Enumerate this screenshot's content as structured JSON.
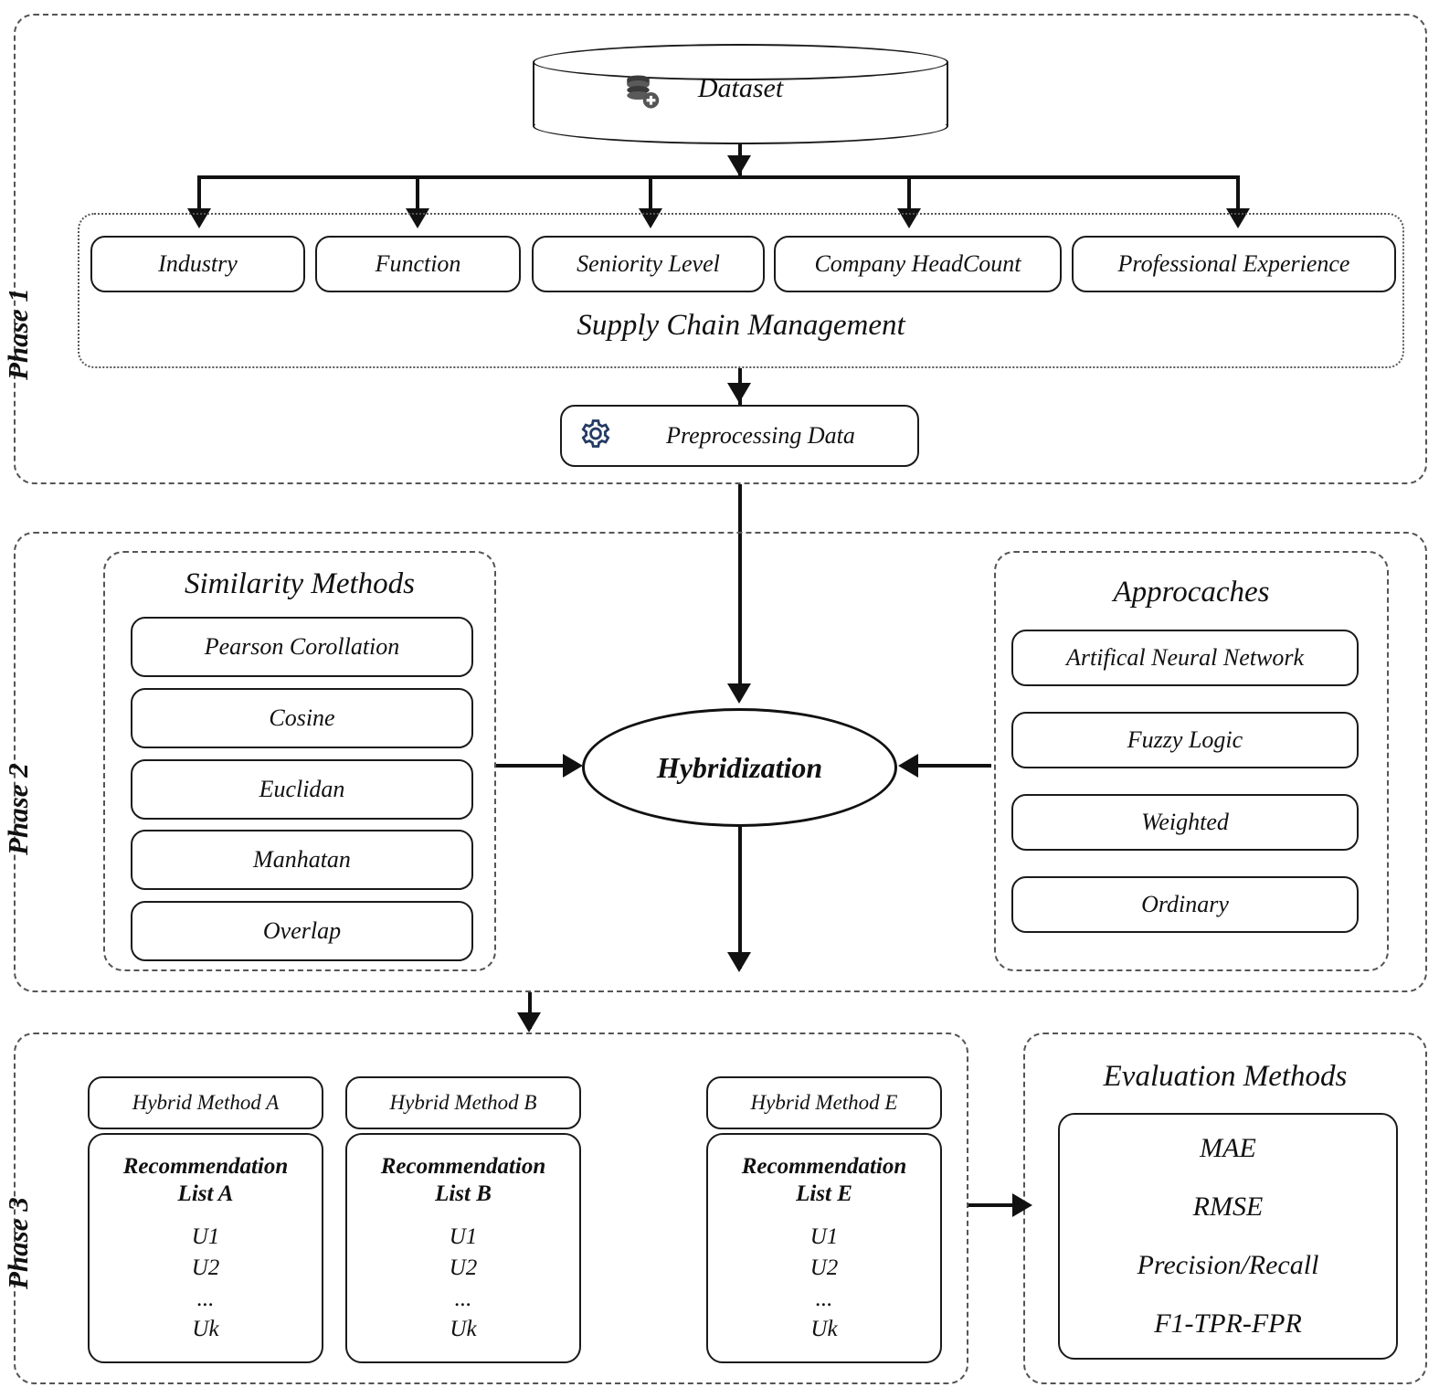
{
  "phases": [
    {
      "label": "Phase 1"
    },
    {
      "label": "Phase 2"
    },
    {
      "label": "Phase 3"
    }
  ],
  "phase1": {
    "dataset": {
      "label": "Dataset",
      "icon": "database-icon"
    },
    "group_title": "Supply Chain Management",
    "features": [
      {
        "label": "Industry"
      },
      {
        "label": "Function"
      },
      {
        "label": "Seniority Level"
      },
      {
        "label": "Company HeadCount"
      },
      {
        "label": "Professional Experience"
      }
    ],
    "preprocessing": {
      "label": "Preprocessing Data",
      "icon": "gear-icon"
    }
  },
  "phase2": {
    "similarity": {
      "title": "Similarity Methods",
      "items": [
        {
          "label": "Pearson Corollation"
        },
        {
          "label": "Cosine"
        },
        {
          "label": "Euclidan"
        },
        {
          "label": "Manhatan"
        },
        {
          "label": "Overlap"
        }
      ]
    },
    "hybridization": {
      "label": "Hybridization"
    },
    "approaches": {
      "title": "Approcaches",
      "items": [
        {
          "label": "Artifical Neural Network"
        },
        {
          "label": "Fuzzy Logic"
        },
        {
          "label": "Weighted"
        },
        {
          "label": "Ordinary"
        }
      ]
    }
  },
  "phase3": {
    "methods": [
      {
        "header": "Hybrid Method A",
        "list_title_line1": "Recommendation",
        "list_title_line2": "List A",
        "items": "U1\nU2\n...\nUk"
      },
      {
        "header": "Hybrid Method B",
        "list_title_line1": "Recommendation",
        "list_title_line2": "List B",
        "items": "U1\nU2\n...\nUk"
      },
      {
        "header": "Hybrid Method E",
        "list_title_line1": "Recommendation",
        "list_title_line2": "List E",
        "items": "U1\nU2\n...\nUk"
      }
    ],
    "evaluation": {
      "title": "Evaluation Methods",
      "items": [
        {
          "label": "MAE"
        },
        {
          "label": "RMSE"
        },
        {
          "label": "Precision/Recall"
        },
        {
          "label": "F1-TPR-FPR"
        }
      ]
    }
  },
  "colors": {
    "stroke": "#1a1a1a",
    "dashed_stroke": "#555555",
    "gear_icon": "#243b63",
    "background": "#ffffff"
  }
}
